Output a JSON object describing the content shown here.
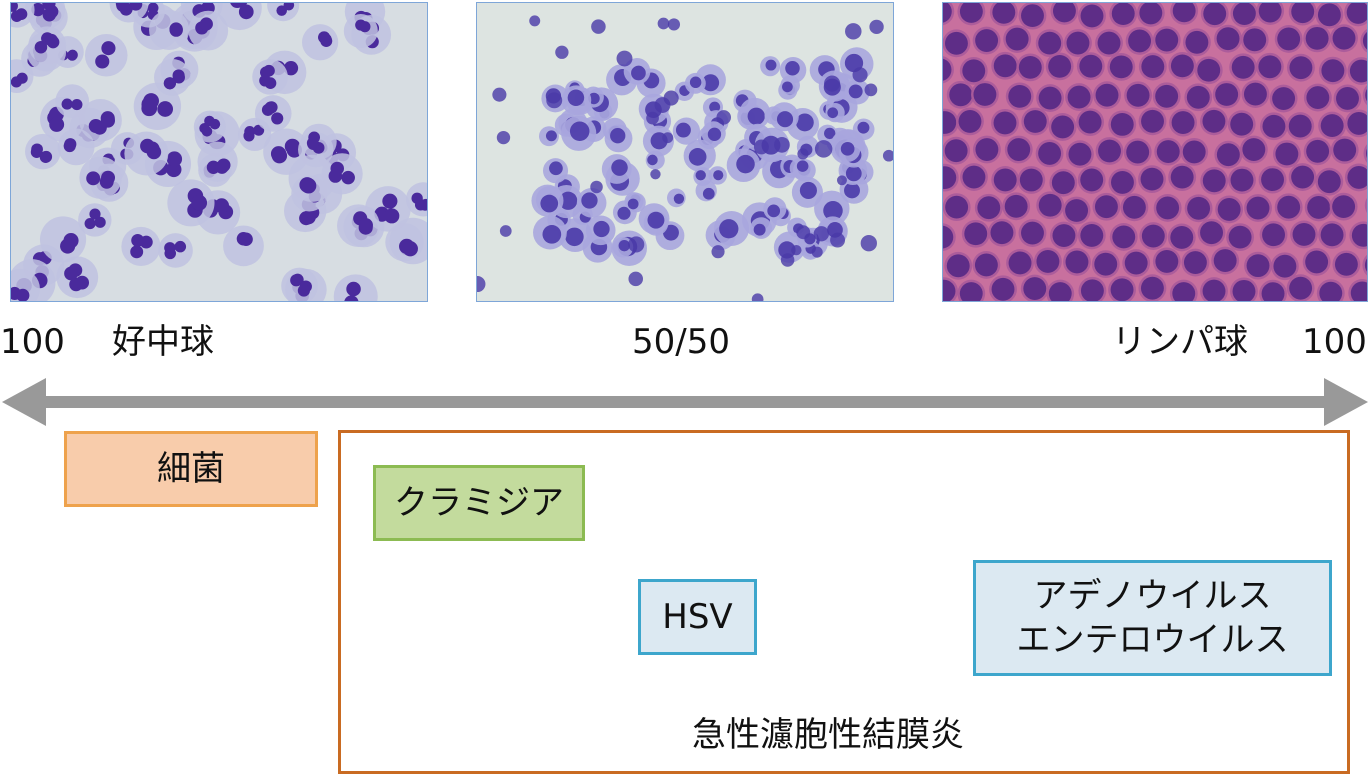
{
  "micrographs": [
    {
      "id": "neutrophil",
      "palette": {
        "bg": "#d7dde2",
        "cyto": "#bfc2e0",
        "nuc": "#4a2a9c"
      }
    },
    {
      "id": "mixed",
      "palette": {
        "bg": "#dde4e1",
        "cyto": "#a9a6de",
        "nuc": "#4a3aa8"
      }
    },
    {
      "id": "lymphocyte",
      "palette": {
        "bg": "#c8709e",
        "cyto": "#a85a9a",
        "nuc": "#5a2a86"
      }
    }
  ],
  "axis": {
    "left_value": "100",
    "left_label": "好中球",
    "center_label": "50/50",
    "right_label": "リンパ球",
    "right_value": "100",
    "arrow_color": "#999999"
  },
  "boxes": {
    "bacteria": {
      "label": "細菌",
      "fill": "#f8ccab",
      "border": "#eea24c"
    },
    "conjunctivitis_group": {
      "label": "急性濾胞性結膜炎",
      "border": "#c96b22"
    },
    "chlamydia": {
      "label": "クラミジア",
      "fill": "#c3db9d",
      "border": "#8cbb52"
    },
    "hsv": {
      "label": "HSV",
      "fill": "#dce9f2",
      "border": "#3da6cc"
    },
    "viruses": {
      "line1": "アデノウイルス",
      "line2": "エンテロウイルス",
      "fill": "#dce9f2",
      "border": "#3da6cc"
    }
  }
}
